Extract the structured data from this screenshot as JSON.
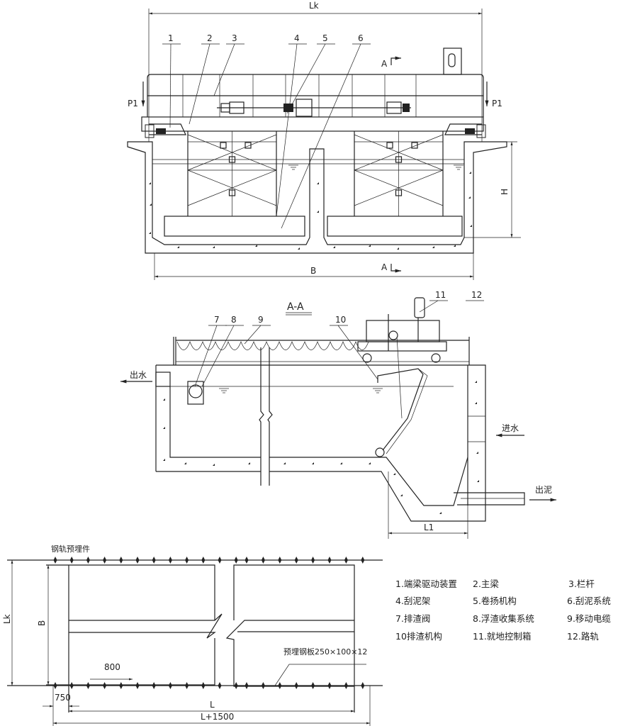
{
  "elevation": {
    "dim_lk": "Lk",
    "dim_b": "B",
    "dim_h": "H",
    "load_left": "P1",
    "load_right": "P1",
    "section_mark_top": "A",
    "section_mark_bottom": "A",
    "callouts": [
      "1",
      "2",
      "3",
      "4",
      "5",
      "6"
    ]
  },
  "section": {
    "title": "A-A",
    "callouts": [
      "7",
      "8",
      "9",
      "10",
      "11",
      "12"
    ],
    "outlet_water": "出水",
    "inlet_water": "进水",
    "outlet_sludge": "出泥",
    "dim_l1": "L1"
  },
  "plan": {
    "rail_embed_label": "钢轨预埋件",
    "plate_label": "预埋钢板250×100×12",
    "dim_lk": "Lk",
    "dim_b": "B",
    "dim_800": "800",
    "dim_750": "750",
    "dim_l": "L",
    "dim_l1500": "L+1500"
  },
  "legend": [
    "1.端梁驱动装置",
    "2.主梁",
    "3.栏杆",
    "4.刮泥架",
    "5.卷扬机构",
    "6.刮泥系统",
    "7.排渣阀",
    "8.浮渣收集系统",
    "9.移动电缆",
    "10排渣机构",
    "11.就地控制箱",
    "12.路轨"
  ]
}
